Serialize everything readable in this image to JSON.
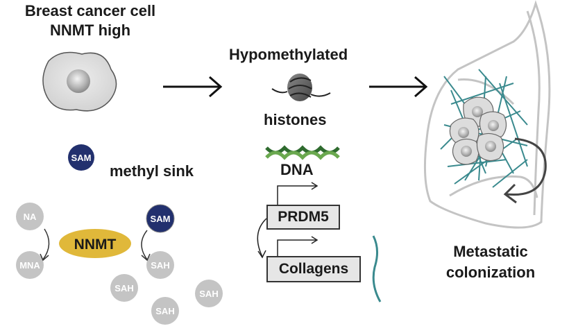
{
  "cell": {
    "title_line1": "Breast cancer cell",
    "title_line2": "NNMT high"
  },
  "center": {
    "hypomethylated": "Hypomethylated",
    "histones": "histones",
    "dna": "DNA"
  },
  "sink": {
    "label": "methyl sink"
  },
  "genes": {
    "prdm5": "PRDM5",
    "collagens": "Collagens"
  },
  "enzyme": {
    "label": "NNMT"
  },
  "metabolites": {
    "sam_top": "SAM",
    "na": "NA",
    "mna": "MNA",
    "sam": "SAM",
    "sah1": "SAH",
    "sah2": "SAH",
    "sah3": "SAH",
    "sah4": "SAH"
  },
  "outcome": {
    "line1": "Metastatic",
    "line2": "colonization"
  },
  "colors": {
    "sam_fill": "#22306e",
    "nnmt_fill": "#e0b83a",
    "gray_circle": "#bdbdbd",
    "collagen": "#3a8a8e"
  }
}
